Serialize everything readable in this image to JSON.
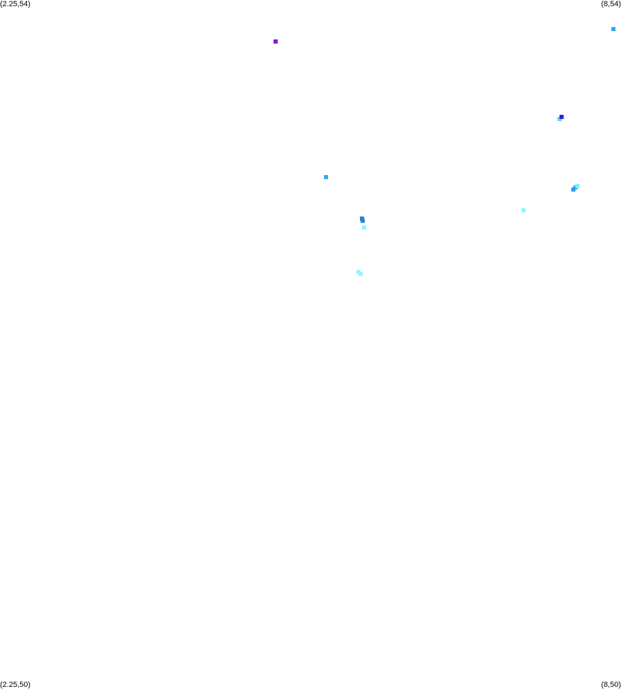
{
  "corners": {
    "top_left": "(2.25,54)",
    "top_right": "(8,54)",
    "bottom_left": "(2.25,50)",
    "bottom_right": "(8,50)"
  },
  "extent": {
    "lon_min": 2.25,
    "lon_max": 8,
    "lat_min": 50,
    "lat_max": 54
  },
  "points": [
    {
      "lon": 7.93,
      "lat": 53.83,
      "color": "#38a8f0"
    },
    {
      "lon": 4.8,
      "lat": 53.76,
      "color": "#8a16d9"
    },
    {
      "lon": 7.43,
      "lat": 53.31,
      "color": "#7ec8f0"
    },
    {
      "lon": 7.45,
      "lat": 53.32,
      "color": "#1a2ee6"
    },
    {
      "lon": 5.27,
      "lat": 52.97,
      "color": "#38a8f0"
    },
    {
      "lon": 7.58,
      "lat": 52.91,
      "color": "#38a8f0"
    },
    {
      "lon": 7.6,
      "lat": 52.92,
      "color": "#7ef0ff"
    },
    {
      "lon": 7.56,
      "lat": 52.9,
      "color": "#2aa0e6"
    },
    {
      "lon": 7.1,
      "lat": 52.78,
      "color": "#8af8ff"
    },
    {
      "lon": 5.6,
      "lat": 52.73,
      "color": "#2e7fd0"
    },
    {
      "lon": 5.61,
      "lat": 52.72,
      "color": "#2e7fd0"
    },
    {
      "lon": 5.62,
      "lat": 52.68,
      "color": "#8af8ff"
    },
    {
      "lon": 5.57,
      "lat": 52.42,
      "color": "#8af8ff"
    },
    {
      "lon": 5.59,
      "lat": 52.41,
      "color": "#9af4ff"
    }
  ]
}
